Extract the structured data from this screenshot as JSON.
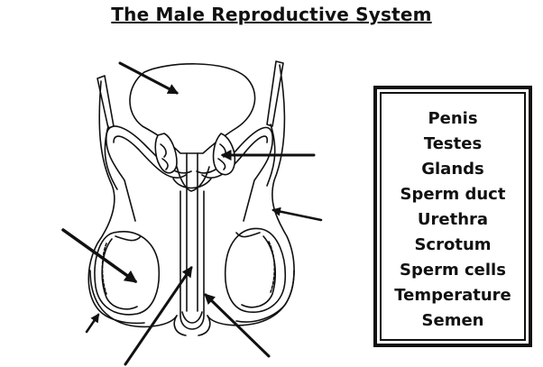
{
  "title": "The Male Reproductive System",
  "word_bank": {
    "words": [
      "Penis",
      "Testes",
      "Glands",
      "Sperm duct",
      "Urethra",
      "Scrotum",
      "Sperm cells",
      "Temperature",
      "Semen"
    ]
  },
  "diagram": {
    "arrow_count": 7,
    "line_color": "#111111"
  }
}
